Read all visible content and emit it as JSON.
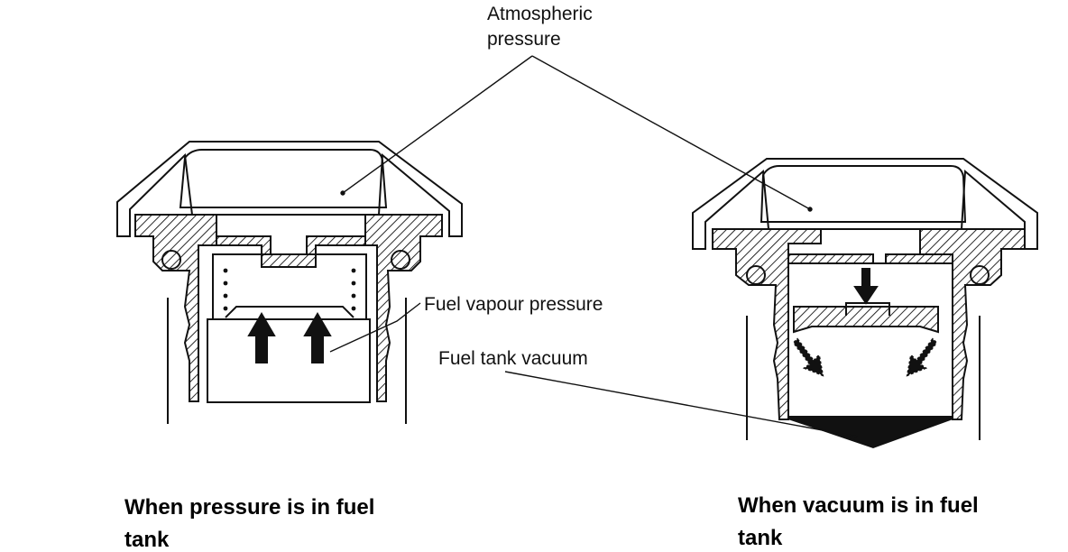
{
  "labels": {
    "atmospheric_line1": "Atmospheric",
    "atmospheric_line2": "pressure",
    "fuel_vapour_pressure": "Fuel vapour pressure",
    "fuel_tank_vacuum": "Fuel tank vacuum"
  },
  "captions": {
    "left_line1": "When pressure is in fuel",
    "left_line2": "tank",
    "right_line1": "When vacuum is in fuel",
    "right_line2": "tank"
  }
}
